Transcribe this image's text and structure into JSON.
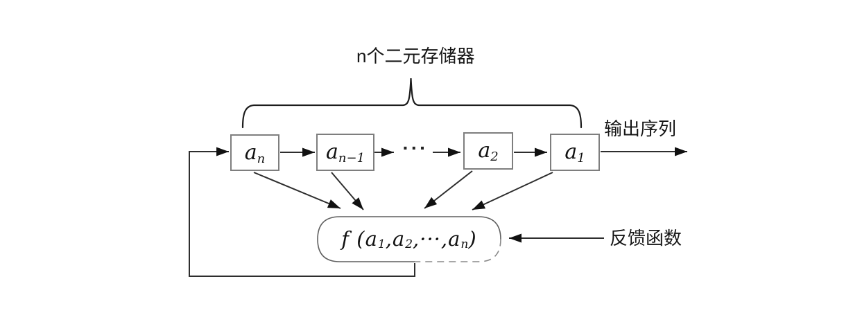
{
  "colors": {
    "background": "#ffffff",
    "wire": "#2e2e2e",
    "arrowhead": "#111111",
    "box_border": "#7e7e7e",
    "stadium_border": "#5f5f5f",
    "text": "#161616"
  },
  "labels": {
    "brace_caption": "n个二元存储器",
    "output": "输出序列",
    "feedback": "反馈函数",
    "ellipsis": "···"
  },
  "registers": [
    {
      "name": "a_n",
      "base": "a",
      "sub": "n"
    },
    {
      "name": "a_n-1",
      "base": "a",
      "sub": "n−1"
    },
    {
      "name": "a_2",
      "base": "a",
      "sub": "2"
    },
    {
      "name": "a_1",
      "base": "a",
      "sub": "1"
    }
  ],
  "feedback_function": {
    "parts": [
      "f (a",
      "1",
      ",a",
      "2",
      ",···,a",
      "n",
      ")"
    ]
  }
}
